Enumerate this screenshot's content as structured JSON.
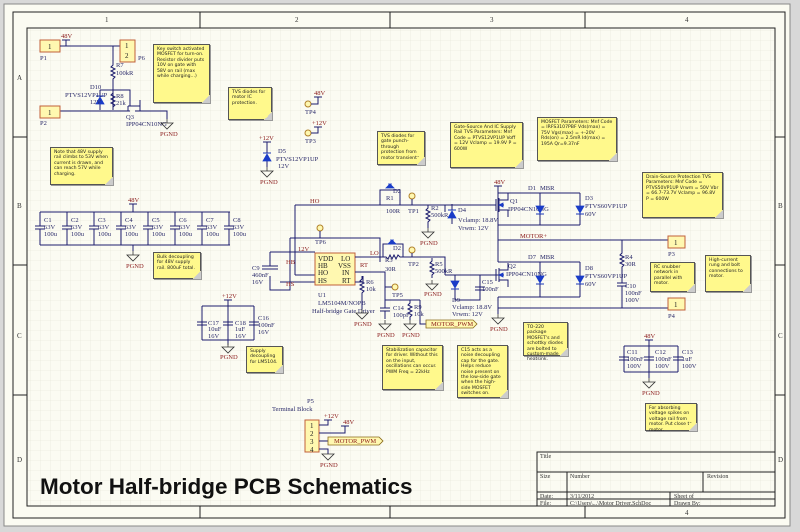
{
  "title": "Motor Half-bridge PCB Schematics",
  "colors": {
    "sheet": "#fbfbf2",
    "wire": "#1c1c6e",
    "note": "#fff98c",
    "power_label": "#8a1a1a",
    "diode": "#1a3cc8",
    "connector_border": "#c0603a"
  },
  "sheet": {
    "columns": [
      "1",
      "2",
      "3",
      "4"
    ],
    "rows": [
      "A",
      "B",
      "C",
      "D"
    ]
  },
  "notes": {
    "key_switch": "Key switch activated MOSFET for turn-on. Resistor divider puts 10V on gate with 58V on rail (max while charging...)",
    "tvs_ic": "TVS diodes for motor IC protection.",
    "rail_48v": "Note that 48V supply rail climbs to 53V when current is drawn, and can reach 57V while charging.",
    "tvs_gate": "TVS diodes for gate punch-through protection from motor transients.",
    "gate_source": "Gate-Source And IC Supply Rail TVS Parameters: Mnf Code = PTVS12VP1UP Voff = 12V Vclamp = 19.9V P = 600W",
    "mosfet": "MOSFET Parameters: Mnf Code = IRFS3107PBF Vds(max) = 75V Vgs(max) = +-20V Rds(on) = 2.5mR Id(max) = 195A Qr=9.37nF",
    "drain_source": "Drain-Source Protection TVS Parameters: Mnf Code = PTVS50VP1UP Vrwm = 50V Vbr = 66.7-73.7V Vclamp = 96.8V P = 600W",
    "snubber": "RC snubber network in parallel with motor.",
    "high_current": "High-current rung and bolt connections to motor.",
    "bulk": "Bulk decoupling for 48V supply rail. 800uF total.",
    "supply_decoupling": "Supply decoupling for LM5104.",
    "stabilization": "Stabilization capacitor for driver. Without this on the input, oscillations can occur. PWM Freq = 22kHz",
    "c15": "C15 acts as a noise decoupling cap for the gate. Helps reduce noise present on the low-side gate when the high-side MOSFET switches on.",
    "to220": "TO-220 package MOSFET's and schottky diodes are bolted to custom-made heatsink.",
    "absorbing": "For absorbing voltage spikes on voltage rail from motor. Put close to motor."
  },
  "power": {
    "v48": "48V",
    "v12": "+12V",
    "v12b": "12V",
    "pgnd": "PGND"
  },
  "nets": {
    "ho": "HO",
    "lo": "LO",
    "motor_plus": "MOTOR+",
    "motor_pwm": "MOTOR_PWM",
    "hb": "HB",
    "hs": "HS",
    "rt": "RT"
  },
  "bulk_caps": [
    {
      "ref": "C1",
      "v": "63V",
      "c": "100u"
    },
    {
      "ref": "C2",
      "v": "63V",
      "c": "100u"
    },
    {
      "ref": "C3",
      "v": "63V",
      "c": "100u"
    },
    {
      "ref": "C4",
      "v": "63V",
      "c": "100u"
    },
    {
      "ref": "C5",
      "v": "63V",
      "c": "100u"
    },
    {
      "ref": "C6",
      "v": "63V",
      "c": "100u"
    },
    {
      "ref": "C7",
      "v": "63V",
      "c": "100u"
    },
    {
      "ref": "C8",
      "v": "63V",
      "c": "100u"
    }
  ],
  "c": {
    "P1": [
      "P1",
      "1"
    ],
    "P2": [
      "P2",
      "1"
    ],
    "P3": [
      "P3",
      "1"
    ],
    "P4": [
      "P4",
      "1"
    ],
    "P6": [
      "P6",
      "1",
      "2"
    ],
    "R7": [
      "R7",
      "100kR"
    ],
    "R8": [
      "R8",
      "21k"
    ],
    "D10": [
      "D10",
      "PTVS12VP1UP",
      "12V"
    ],
    "Q3": [
      "Q3",
      "IPP04CN10NG"
    ],
    "TP4": [
      "TP4"
    ],
    "TP3": [
      "TP3"
    ],
    "TP6": [
      "TP6"
    ],
    "TP1": [
      "TP1"
    ],
    "TP2": [
      "TP2"
    ],
    "TP5": [
      "TP5"
    ],
    "D5": [
      "D5",
      "PTVS12VP1UP",
      "12V"
    ],
    "C9": [
      "C9",
      "460nF",
      "16V"
    ],
    "U1": [
      "U1",
      "LM5104M/NOPB",
      "Half-bridge Gate Driver"
    ],
    "U1pins": [
      "VDD",
      "HB",
      "HO",
      "HS",
      "LO",
      "VSS",
      "IN",
      "RT"
    ],
    "R1": [
      "R1",
      "100R"
    ],
    "D2": [
      "D2"
    ],
    "R2": [
      "R2",
      "500kR"
    ],
    "D4": [
      "D4",
      "Vclamp: 18.8V",
      "Vrwm: 12V"
    ],
    "Q1": [
      "Q1",
      "IPP04CN10NG"
    ],
    "D1": [
      "D1",
      "MBR"
    ],
    "D3": [
      "D3",
      "PTVS60VP1UP",
      "60V"
    ],
    "R3": [
      "R3",
      "30R"
    ],
    "R5": [
      "R5",
      "500kR"
    ],
    "Q2": [
      "Q2",
      "IPP04CN10NG"
    ],
    "D7": [
      "D7",
      "MBR"
    ],
    "D8": [
      "D8",
      "PTVS60VP1UP",
      "60V"
    ],
    "C15": [
      "C15",
      "100nF"
    ],
    "D9": [
      "D9",
      "Vclamp: 18.8V",
      "Vrwm: 12V"
    ],
    "R6": [
      "R6",
      "10k"
    ],
    "C14": [
      "C14",
      "100pF"
    ],
    "R9": [
      "R9",
      "10k"
    ],
    "R4": [
      "R4",
      "30R"
    ],
    "C10": [
      "C10",
      "100nF",
      "100V"
    ],
    "C17": [
      "C17",
      "10uF",
      "16V"
    ],
    "C18": [
      "C18",
      "1uF",
      "16V"
    ],
    "C16": [
      "C16",
      "100nF",
      "16V"
    ],
    "C11": [
      "C11",
      "100nF",
      "100V"
    ],
    "C12": [
      "C12",
      "100nF",
      "100V"
    ],
    "C13": [
      "C13",
      "1uF",
      "100V"
    ],
    "P5": [
      "P5",
      "Terminal Block",
      "1",
      "2",
      "3",
      "4"
    ]
  },
  "title_block": {
    "title": "Title",
    "size": "Size",
    "number": "Number",
    "revision": "Revision",
    "date_label": "Date:",
    "date": "3/11/2012",
    "sheet": "Sheet    of",
    "file_label": "File:",
    "file": "C:\\Users\\...\\Motor Driver.SchDoc",
    "drawn_by": "Drawn By:"
  }
}
